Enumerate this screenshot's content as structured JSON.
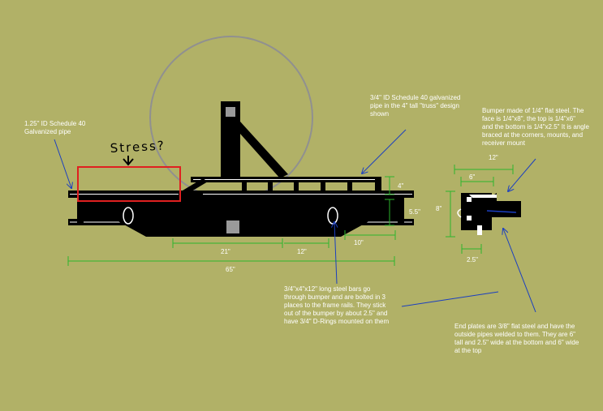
{
  "background_color": "#b1b167",
  "accent_colors": {
    "frame": "#000000",
    "pipe": "#ffffff",
    "dimension": "#2db52d",
    "leader": "#1b3fc0",
    "highlight": "#e02020",
    "wheel_outline": "#909090"
  },
  "annotations": {
    "pipe_note": [
      "1.25\" ID Schedule 40",
      "Galvanized pipe"
    ],
    "truss_note": [
      "3/4\" ID Schedule 40 galvanized",
      "pipe in the 4\" tall \"truss\" design",
      "shown"
    ],
    "bumper_note": [
      "Bumper made of 1/4\" flat steel. The",
      "face is 1/4\"x8\", the top is 1/4\"x6\"",
      "and the bottom is 1/4\"x2.5\" It is angle",
      "braced at the corners, mounts, and",
      "receiver mount"
    ],
    "bars_note": [
      "3/4\"x4\"x12\" long steel bars go",
      "through bumper and are bolted in 3",
      "places to the frame rails. They stick",
      "out of the bumper by about 2.5\" and",
      "have 3/4\" D-Rings mounted on them"
    ],
    "end_plates_note": [
      "End plates are 3/8\" flat steel and have the",
      "outside pipes welded to them. They are 6\"",
      "tall and 2.5\" wide at the bottom and 6\" wide",
      "at the top"
    ],
    "stress_label": "Stress?"
  },
  "dimensions": {
    "overall_length": "65\"",
    "truss_height": "4\"",
    "frame_height": "5.5\"",
    "d1": "21\"",
    "d2": "12\"",
    "d3": "10\"",
    "side_top": "12\"",
    "side_mid": "6\"",
    "side_height": "8\"",
    "side_bottom": "2.5\""
  }
}
